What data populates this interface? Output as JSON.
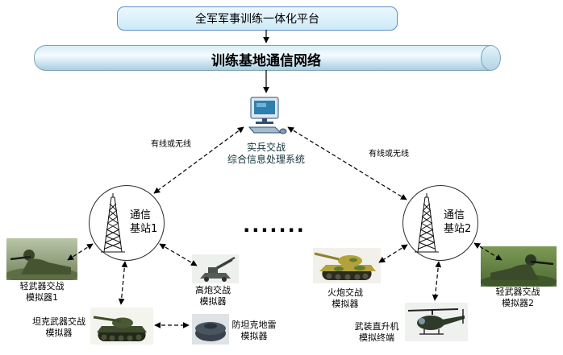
{
  "diagram": {
    "platform_label": "全军军事训练一体化平台",
    "network_label": "训练基地通信网络",
    "processor": {
      "line1": "实兵交战",
      "line2": "综合信息处理系统"
    },
    "links": {
      "left": "有线或无线",
      "right": "有线或无线"
    },
    "stations": [
      {
        "line1": "通信",
        "line2": "基站1"
      },
      {
        "line1": "通信",
        "line2": "基站2"
      }
    ],
    "ellipsis": ".......",
    "simulators": [
      {
        "line1": "轻武器交战",
        "line2": "模拟器1"
      },
      {
        "line1": "坦克武器交战",
        "line2": "模拟器"
      },
      {
        "line1": "高炮交战",
        "line2": "模拟器"
      },
      {
        "line1": "防坦克地雷",
        "line2": "模拟器"
      },
      {
        "line1": "火炮交战",
        "line2": "模拟器"
      },
      {
        "line1": "武装直升机",
        "line2": "模拟终端"
      },
      {
        "line1": "轻武器交战",
        "line2": "模拟器2"
      }
    ],
    "icons": {
      "processor": "computer-icon",
      "station": "antenna-tower-icon"
    },
    "colors": {
      "platform_fill": "#d9eef9",
      "platform_border": "#5b8fc9",
      "cylinder_fill": "#bcdcec",
      "connector": "#000000"
    }
  }
}
